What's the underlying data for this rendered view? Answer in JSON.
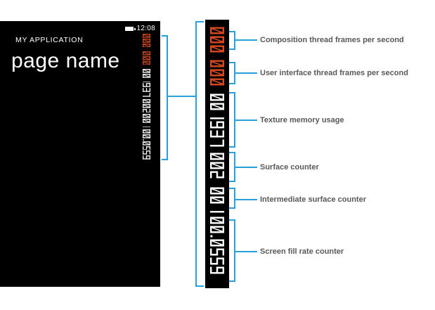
{
  "app": {
    "title": "MY APPLICATION",
    "page_title": "page name"
  },
  "status": {
    "time": "12:08"
  },
  "colors": {
    "accent_blue": "#2aa0da",
    "counter_red": "#d54a1f",
    "counter_white": "#ffffff",
    "label_gray": "#595959",
    "screen_black": "#000000"
  },
  "counters": [
    {
      "id": "composition-fps",
      "value": "000",
      "color": "red",
      "label": "Composition thread frames per second"
    },
    {
      "id": "ui-thread-fps",
      "value": "000",
      "color": "red",
      "label": "User interface thread frames per second"
    },
    {
      "id": "texture-memory-usage",
      "value": "001937",
      "color": "white",
      "label": "Texture memory usage"
    },
    {
      "id": "surface-counter",
      "value": "002",
      "color": "white",
      "label": "Surface counter"
    },
    {
      "id": "intermediate-surface-counter",
      "value": "001",
      "color": "white",
      "label": "Intermediate surface counter"
    },
    {
      "id": "screen-fill-rate-counter",
      "value": "00.0559",
      "color": "white",
      "label": "Screen fill rate counter"
    }
  ]
}
